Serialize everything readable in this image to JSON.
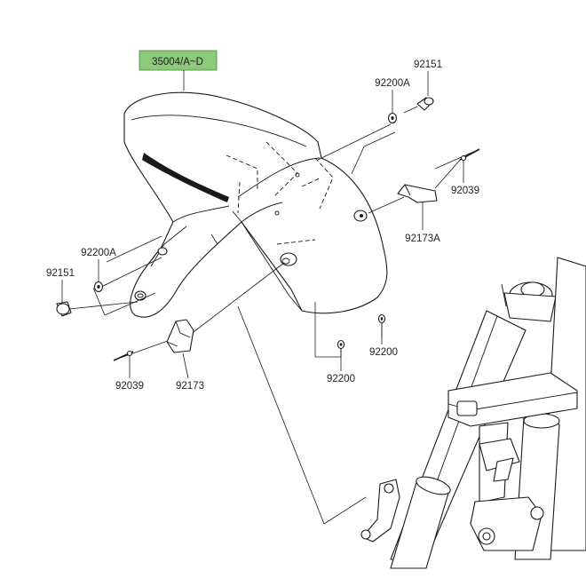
{
  "diagram": {
    "highlight_color": "#8cc97a",
    "labels": {
      "fender": "35004/A~D",
      "bolt_top": "92151",
      "washer_top": "92200A",
      "wire_right": "92039",
      "clamp_right": "92173A",
      "washer_left": "92200A",
      "bolt_left": "92151",
      "wire_left": "92039",
      "clamp_left": "92173",
      "nut_center": "92200",
      "nut_right": "92200"
    }
  }
}
